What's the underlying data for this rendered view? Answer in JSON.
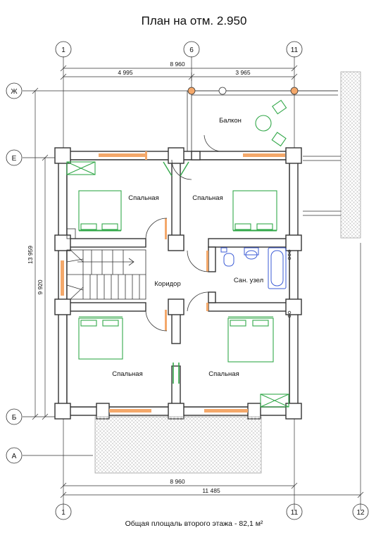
{
  "title": "План на отм. 2.950",
  "footer": "Общая площаль второго этажа - 82,1 м²",
  "axes": {
    "top": [
      "1",
      "6",
      "11"
    ],
    "bottom": [
      "1",
      "11",
      "12"
    ],
    "left": [
      "Ж",
      "Е",
      "Б",
      "А"
    ]
  },
  "dimensions": {
    "top_total": "8 960",
    "top_left": "4 995",
    "top_right": "3 965",
    "left_outer": "13 959",
    "left_inner": "9 920",
    "bottom_inner": "8 960",
    "bottom_outer": "11 485"
  },
  "rooms": {
    "balcony": "Балкон",
    "bedroom_top_left": "Спальная",
    "bedroom_top_right": "Спальная",
    "corridor": "Коридор",
    "bathroom": "Сан. узел",
    "bedroom_bottom_left": "Спальная",
    "bedroom_bottom_right": "Спальная"
  },
  "colors": {
    "wall_lines": "#333333",
    "furniture": "#33a84a",
    "windows": "#f4a86a",
    "plumbing": "#3b5bd6"
  }
}
